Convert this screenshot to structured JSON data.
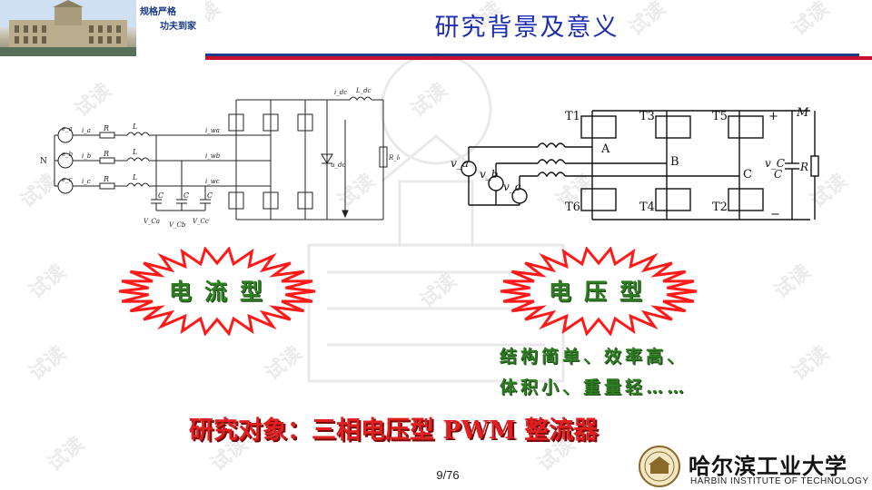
{
  "header": {
    "motto_line1": "规格严格",
    "motto_line2": "功夫到家",
    "title": "研究背景及意义"
  },
  "watermark": {
    "text": "试读"
  },
  "circuit_current_source": {
    "phase_labels": [
      "e_a",
      "e_b",
      "e_c"
    ],
    "neutral": "N",
    "phase_currents": [
      "i_a",
      "i_b",
      "i_c"
    ],
    "resistor": "R",
    "inductor": "L",
    "rectifier_currents": [
      "i_wa",
      "i_wb",
      "i_wc"
    ],
    "capacitor": "C",
    "capacitor_voltages": [
      "V_Ca",
      "V_Cb",
      "V_Cc"
    ],
    "dc_current": "i_dc",
    "dc_inductor": "L_dc",
    "dc_voltage": "u_dc",
    "load": "R_load"
  },
  "circuit_voltage_source": {
    "switches_top": [
      "T1",
      "T3",
      "T5"
    ],
    "switches_bottom": [
      "T6",
      "T4",
      "T2"
    ],
    "nodes": [
      "A",
      "B",
      "C"
    ],
    "sources": [
      "v_a",
      "v_b",
      "v_c"
    ],
    "dc_node": "M",
    "cap_voltage": "v_C",
    "cap": "C",
    "load": "R",
    "plus": "+",
    "minus": "−"
  },
  "bursts": {
    "current_type": "电流型",
    "voltage_type": "电压型"
  },
  "notes": {
    "line1": "结构简单、效率高、",
    "line2": "体积小、重量轻……"
  },
  "research_target": "研究对象：三相电压型 PWM 整流器",
  "page_number": "9/76",
  "logo": {
    "name_cn": "哈尔滨工业大学",
    "name_en": "HARBIN INSTITUTE OF TECHNOLOGY"
  },
  "colors": {
    "title_blue": "#1d2fb0",
    "rule_red": "#c8102e",
    "burst_red": "#ff1a1a",
    "burst_fill": "#ffffff",
    "green_text": "#2f7d22",
    "target_red": "#e02020"
  }
}
